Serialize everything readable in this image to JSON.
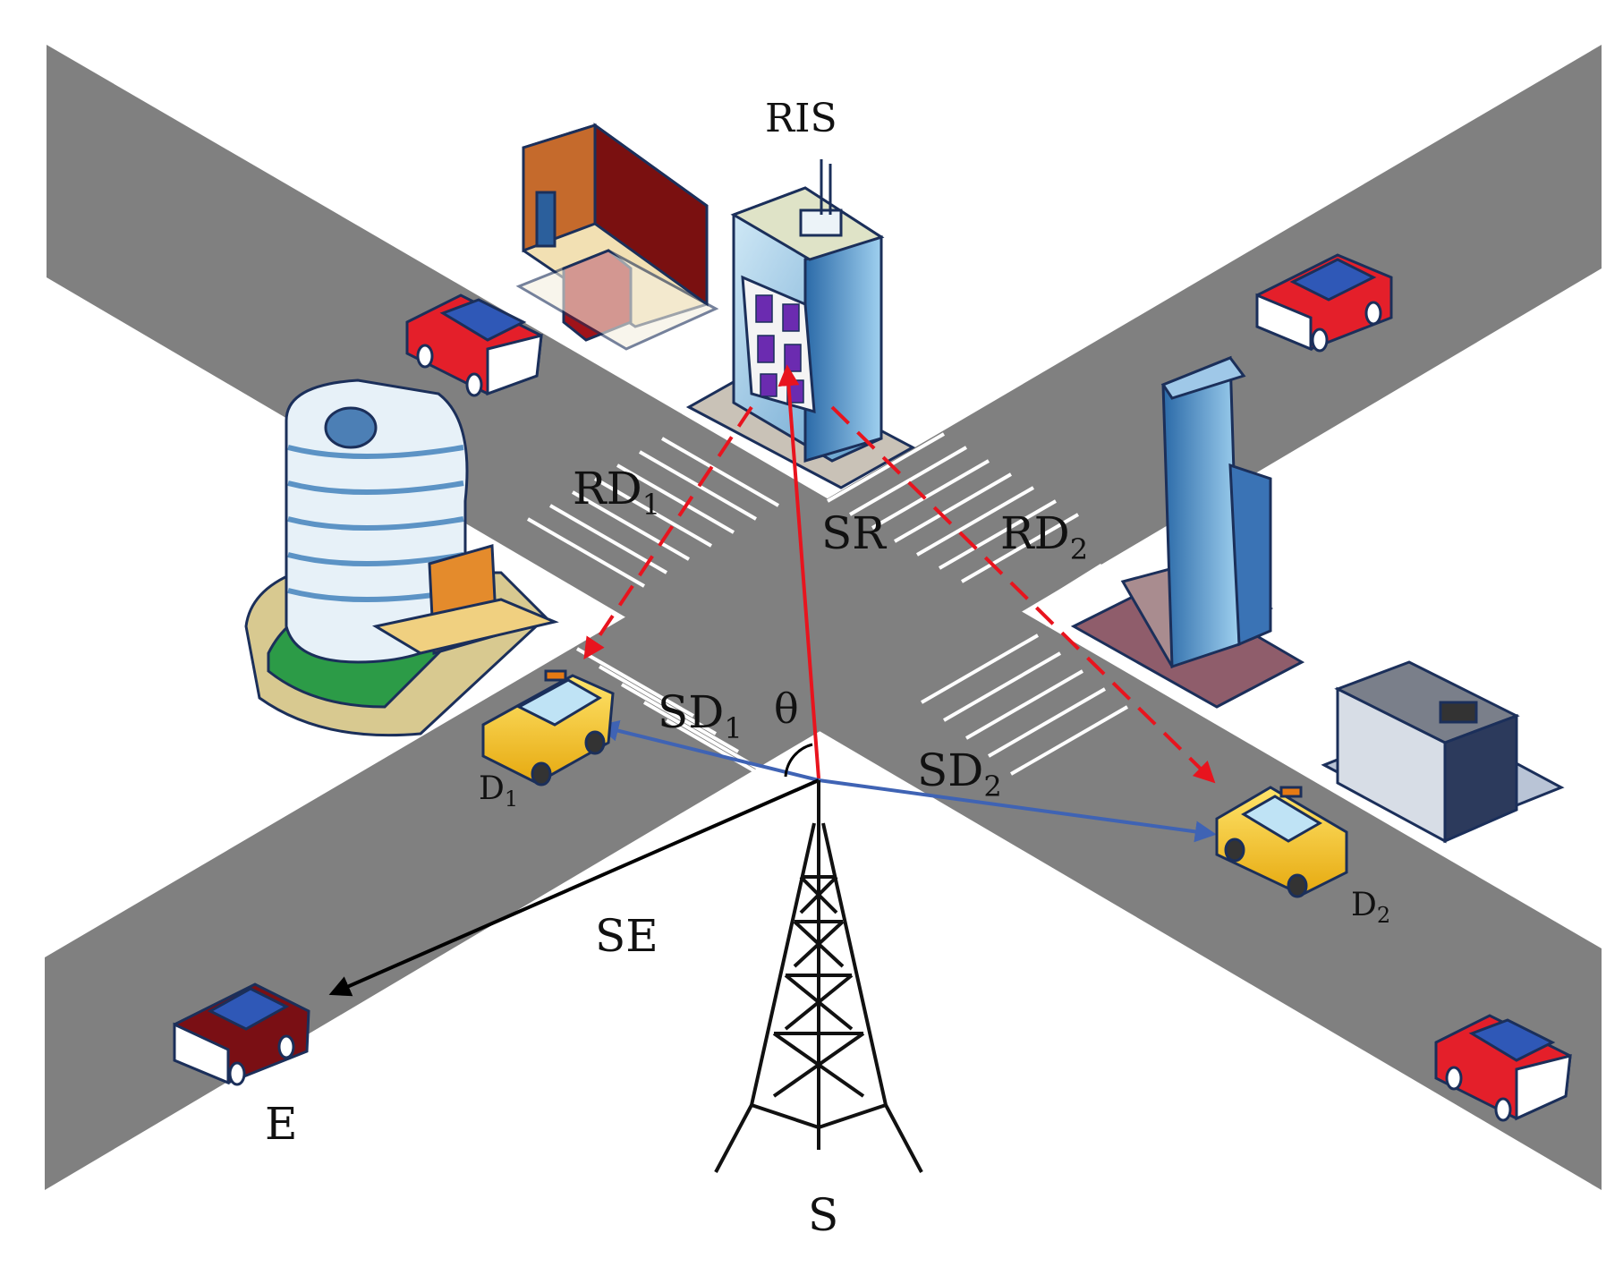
{
  "labels": {
    "ris": "RIS",
    "sr": "SR",
    "rd1_main": "RD",
    "rd1_sub": "1",
    "rd2_main": "RD",
    "rd2_sub": "2",
    "sd1_main": "SD",
    "sd1_sub": "1",
    "sd2_main": "SD",
    "sd2_sub": "2",
    "theta": "θ",
    "se": "SE",
    "d1_main": "D",
    "d1_sub": "1",
    "d2_main": "D",
    "d2_sub": "2",
    "e": "E",
    "s": "S"
  },
  "colors": {
    "road": "#808080",
    "road_edge": "#5c5c5c",
    "crosswalk": "#ffffff",
    "ris_link": "#e8141e",
    "direct_link": "#3f63b4",
    "eve_link": "#000000",
    "tower": "#111111",
    "taxi": "#f6c51a",
    "car_red": "#e41f2a",
    "car_blue_roof": "#2f58b7",
    "eve_car": "#7a0f14"
  },
  "icons": {
    "base_station": "radio-tower-icon",
    "ris_building": "ris-skyscraper-icon",
    "user_vehicle": "taxi-icon",
    "eavesdropper": "car-icon"
  }
}
